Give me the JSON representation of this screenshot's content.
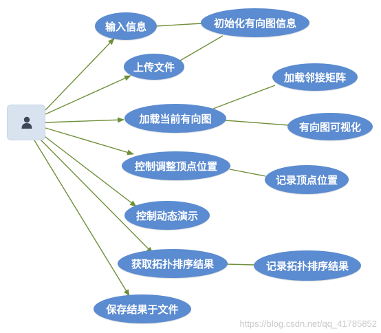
{
  "nodes": {
    "input_info": "输入信息",
    "upload_file": "上传文件",
    "load_digraph": "加载当前有向图",
    "adjust_vertex": "控制调整顶点位置",
    "dynamic_demo": "控制动态演示",
    "get_topo_result": "获取拓扑排序结果",
    "save_result": "保存结果于文件",
    "init_digraph_info": "初始化有向图信息",
    "load_adj_matrix": "加载邻接矩阵",
    "visualize_digraph": "有向图可视化",
    "record_vertex": "记录顶点位置",
    "record_topo_result": "记录拓扑排序结果"
  },
  "watermark": "https://blog.csdn.net/qq_41785852",
  "colors": {
    "node_fill": "#5b8bd0",
    "arrow": "#6f8f3a",
    "actor_box": "#d9e3ef",
    "actor_icon": "#3d4756"
  },
  "icons": {
    "actor": "person-icon"
  }
}
